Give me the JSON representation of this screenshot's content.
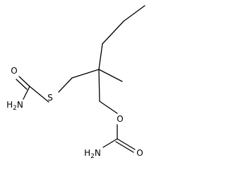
{
  "molecule": {
    "atoms": [
      {
        "id": "s",
        "label": "S"
      },
      {
        "id": "o1",
        "label": "O"
      },
      {
        "id": "n1",
        "label": "H2N",
        "main": "H",
        "sub": "2",
        "tail": "N"
      },
      {
        "id": "o2",
        "label": "O"
      },
      {
        "id": "o3",
        "label": "O"
      },
      {
        "id": "n2",
        "label": "H2N",
        "main": "H",
        "sub": "2",
        "tail": "N"
      }
    ]
  }
}
